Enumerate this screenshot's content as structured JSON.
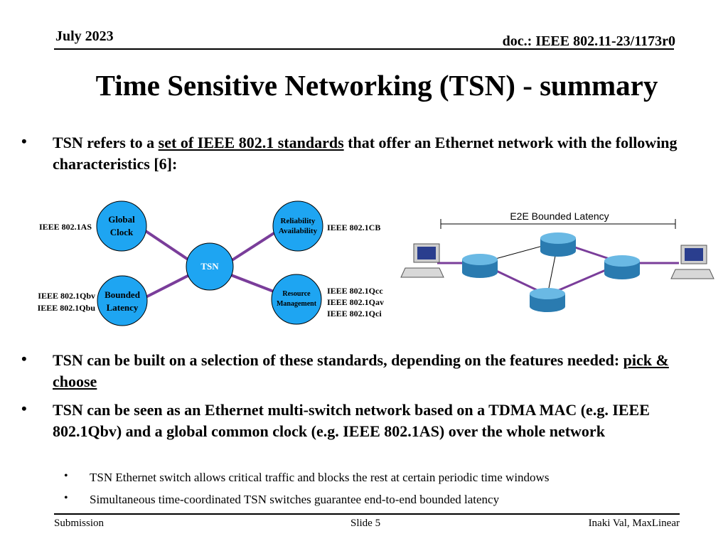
{
  "header": {
    "date": "July 2023",
    "doc_id": "doc.: IEEE 802.11-23/1173r0"
  },
  "title": "Time Sensitive Networking (TSN) - summary",
  "bullets": [
    {
      "parts": [
        "TSN refers to a ",
        "set of IEEE 802.1 standards",
        " that offer an Ethernet network with the following characteristics [6]:"
      ]
    },
    {
      "parts": [
        "TSN can be built on a selection of these standards, depending on the features needed: ",
        "pick & choose"
      ]
    },
    {
      "text": "TSN can be seen as an Ethernet multi-switch network based on a TDMA MAC (e.g. IEEE 802.1Qbv) and a global common clock (e.g. IEEE 802.1AS) over the whole network",
      "sub": [
        "TSN Ethernet switch allows critical traffic and blocks the rest at certain periodic time windows",
        "Simultaneous time-coordinated TSN switches guarantee end-to-end bounded latency"
      ]
    }
  ],
  "tsn_diagram": {
    "center": "TSN",
    "nodes": {
      "global_clock": {
        "line1": "Global",
        "line2": "Clock",
        "standards": [
          "IEEE 802.1AS"
        ]
      },
      "reliability": {
        "line1": "Reliability",
        "line2": "Availability",
        "standards": [
          "IEEE 802.1CB"
        ]
      },
      "bounded_latency": {
        "line1": "Bounded",
        "line2": "Latency",
        "standards": [
          "IEEE 802.1Qbv",
          "IEEE 802.1Qbu"
        ]
      },
      "resource_mgmt": {
        "line1": "Resource",
        "line2": "Management",
        "standards": [
          "IEEE 802.1Qcc",
          "IEEE 802.1Qav",
          "IEEE 802.1Qci"
        ]
      }
    },
    "colors": {
      "node_fill": "#1ea5f2",
      "link": "#7a3d9a"
    }
  },
  "network_diagram": {
    "label": "E2E Bounded Latency",
    "colors": {
      "router": "#3a8fc0",
      "path": "#7a3d9a"
    }
  },
  "footer": {
    "left": "Submission",
    "center": "Slide 5",
    "right": "Inaki Val, MaxLinear"
  }
}
